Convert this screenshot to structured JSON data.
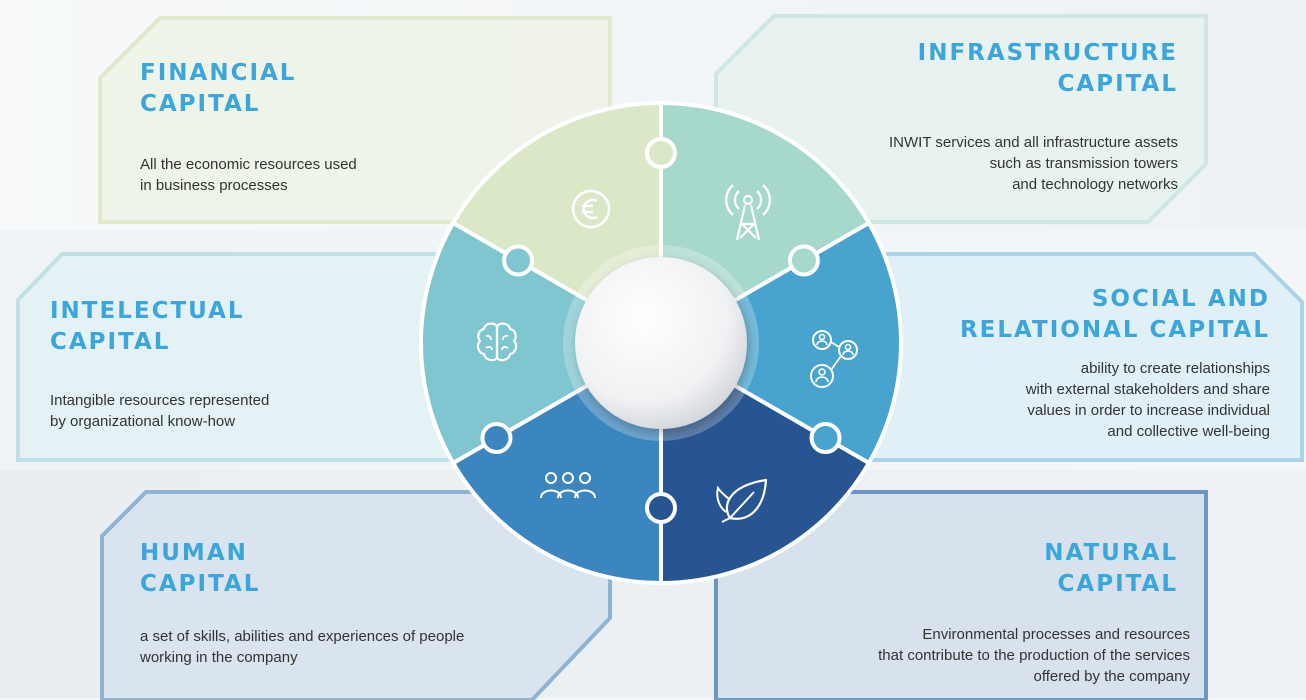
{
  "colors": {
    "accent": "#3aa6dc",
    "financial": "#dbe8c8",
    "infrastructure": "#a7d8cc",
    "intellectual": "#7fc6d0",
    "social": "#47a4cf",
    "human": "#3b86be",
    "natural": "#275592"
  },
  "cards": {
    "financial": {
      "title": "FINANCIAL\nCAPITAL",
      "desc": "All the economic resources used\nin business processes",
      "icon": "euro-coin-icon"
    },
    "infrastructure": {
      "title": "INFRASTRUCTURE\nCAPITAL",
      "desc": "INWIT services and all infrastructure assets\nsuch as transmission towers\nand technology networks",
      "icon": "transmission-tower-icon"
    },
    "intellectual": {
      "title": "INTELECTUAL\nCAPITAL",
      "desc": "Intangible resources represented\nby organizational know-how",
      "icon": "brain-icon"
    },
    "social": {
      "title": "SOCIAL AND\nRELATIONAL CAPITAL",
      "desc": "ability to create relationships\nwith external stakeholders and share\nvalues in order to increase individual\nand collective well-being",
      "icon": "people-network-icon"
    },
    "human": {
      "title": "HUMAN\nCAPITAL",
      "desc": "a set of skills, abilities and experiences of people\nworking in the company",
      "icon": "group-people-icon"
    },
    "natural": {
      "title": "NATURAL\nCAPITAL",
      "desc": "Environmental processes and resources\nthat contribute to the production of the services\noffered by the company",
      "icon": "leaf-icon"
    }
  }
}
